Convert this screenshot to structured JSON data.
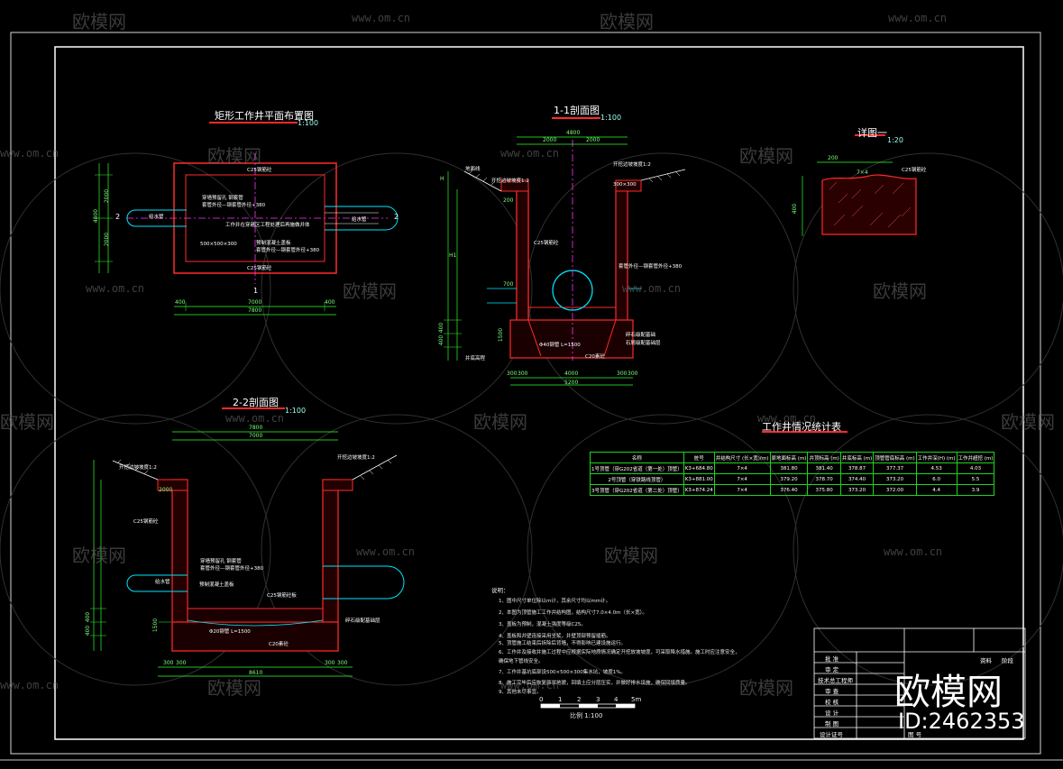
{
  "titles": {
    "plan": "矩形工作井平面布置图",
    "plan_scale": "1:100",
    "sec11": "1-1剖面图",
    "sec11_scale": "1:100",
    "sec22": "2-2剖面图",
    "sec22_scale": "1:100",
    "detail": "详图一",
    "detail_scale": "1:20",
    "table": "工作井情况统计表"
  },
  "plan_labels": {
    "c25_top": "C25钢筋砼",
    "c25_bottom": "C25钢筋砼",
    "dim_7000": "7000",
    "dim_7800": "7800",
    "dim_400a": "400",
    "dim_400b": "400",
    "dim_4800": "4800",
    "dim_2000a": "2000",
    "dim_2000b": "2000",
    "mark_2a": "2",
    "mark_2b": "2",
    "mark_1": "1",
    "pipe_in": "给水管",
    "pipe_out": "给水管",
    "note1": "穿墙预留孔 钢套管",
    "note2": "套管外径—钢套管外径+380",
    "note3": "工作井在穿越区工程处理后再施做井体",
    "note4": "500×500×300",
    "note5": "预制混凝土盖板",
    "note6": "套管外径—钢套管外径+380"
  },
  "sec11_labels": {
    "dim_4800": "4800",
    "dim_2000a": "2000",
    "dim_2000b": "2000",
    "dim_4000": "4000",
    "dim_5200": "5200",
    "dim_300a": "300",
    "dim_300b": "300",
    "dim_300c": "300",
    "dim_300d": "300",
    "slope_l": "开挖边坡坡度1:2",
    "slope_r": "开挖边坡坡度1:2",
    "c25": "C25钢筋砼",
    "bottom": "C20素砼",
    "pipe": "Φ40钢管  L=1500",
    "gravel": "碎石级配基础",
    "sand": "石屑级配基础层",
    "ground": "地面线",
    "well_bottom": "井底高程",
    "dim_200": "200",
    "dim_700": "700",
    "dim_1500": "1500",
    "dim_400": "400",
    "dim_400b": "400",
    "h_label": "H",
    "h1_label": "H1",
    "note_a": "套管外径—钢套管外径+380",
    "note_b": "300×300"
  },
  "sec22_labels": {
    "dim_7800": "7800",
    "dim_7000": "7000",
    "dim_8610": "8610",
    "dim_300a": "300",
    "dim_300b": "300",
    "dim_300c": "300",
    "dim_300d": "300",
    "slope_l": "开挖边坡坡度1:2",
    "slope_r": "开挖边坡坡度1:2",
    "c25": "C25钢筋砼",
    "c25b": "C25钢筋砼板",
    "bottom": "C20素砼",
    "pipe": "Φ20钢管  L=1500",
    "water_pipe": "给水管",
    "note1": "穿墙预留孔 钢套管",
    "note2": "套管外径—钢套管外径+380",
    "note3": "预制混凝土盖板",
    "note4": "碎石级配基础层",
    "dim_2000": "2000",
    "dim_1500": "1500",
    "dim_400": "400",
    "dim_400b": "400"
  },
  "detail_labels": {
    "dim_200": "200",
    "dim_400": "400",
    "dim_7x4": "7×4",
    "c25": "C25钢筋砼"
  },
  "table": {
    "headers": [
      "名称",
      "桩号",
      "井结构尺寸\n(长×宽)(m)",
      "原地面标高\n(m)",
      "井顶标高\n(m)",
      "井底标高\n(m)",
      "顶管管底标高\n(m)",
      "工作井深(H)\n(m)",
      "工作井超挖\n(m)"
    ],
    "rows": [
      [
        "1号顶管（穿G202省道（第一处）顶管）",
        "K3+684.80",
        "7×4",
        "381.80",
        "381.40",
        "378.87",
        "377.37",
        "4.53",
        "4.03"
      ],
      [
        "2号顶管（穿铁路线顶管）",
        "K3+881.00",
        "7×4",
        "379.20",
        "378.70",
        "374.40",
        "373.20",
        "6.0",
        "5.5"
      ],
      [
        "3号顶管（穿G202省道（第二处）顶管）",
        "K3+874.24",
        "7×4",
        "376.40",
        "375.80",
        "373.20",
        "372.00",
        "4.4",
        "3.9"
      ]
    ]
  },
  "notes": {
    "heading": "说明：",
    "lines": [
      "1、图中尺寸单位除以m计，其余尺寸均以mm计。",
      "2、本图为顶管施工工作井结构图，结构尺寸7.0×4.0m（长×宽）。",
      "3、盖板为预制，混凝土强度等级C25。",
      "4、盖板和井壁连接采用坐浆，井壁顶部预留插筋。",
      "5、顶管施工结束后拆除后背墙，不得影响已建设施运行。",
      "6、工作井及接收井施工过程中应根据实际地质情况确定开挖放坡坡度，可采取降水措施。施工时应注意安全，",
      "   确保地下管线安全。",
      "7、工作井基坑底部设500×500×300集水坑，坡度1%。",
      "8、施工完毕后应恢复原状地貌，回填土应分层压实，并做好排水设施，确保回填质量。",
      "9、其他未尽事宜。"
    ],
    "scale_ticks": [
      "0",
      "1",
      "2",
      "3",
      "4",
      "5m"
    ],
    "scale_caption": "比例 1:100"
  },
  "title_block": {
    "r1a": "批  准",
    "r1b": "审  定",
    "r2": "技术总工程师",
    "r3": "审  查",
    "r4": "校  核",
    "r5": "设  计",
    "r6": "制  图",
    "r7": "设计证号",
    "top_right1": "资料",
    "top_right2": "阶段",
    "sub": "图  号"
  },
  "watermark": {
    "brand": "欧模网",
    "url": "www.om.cn",
    "id": "ID:2462353"
  },
  "colors": {
    "background": "#000000",
    "frame": "#ffffff",
    "concrete": "#ff2a2a",
    "dimension": "#2bff2b",
    "centerline": "#ff33ff",
    "pipe": "#00e5ff",
    "text": "#ffffff"
  }
}
